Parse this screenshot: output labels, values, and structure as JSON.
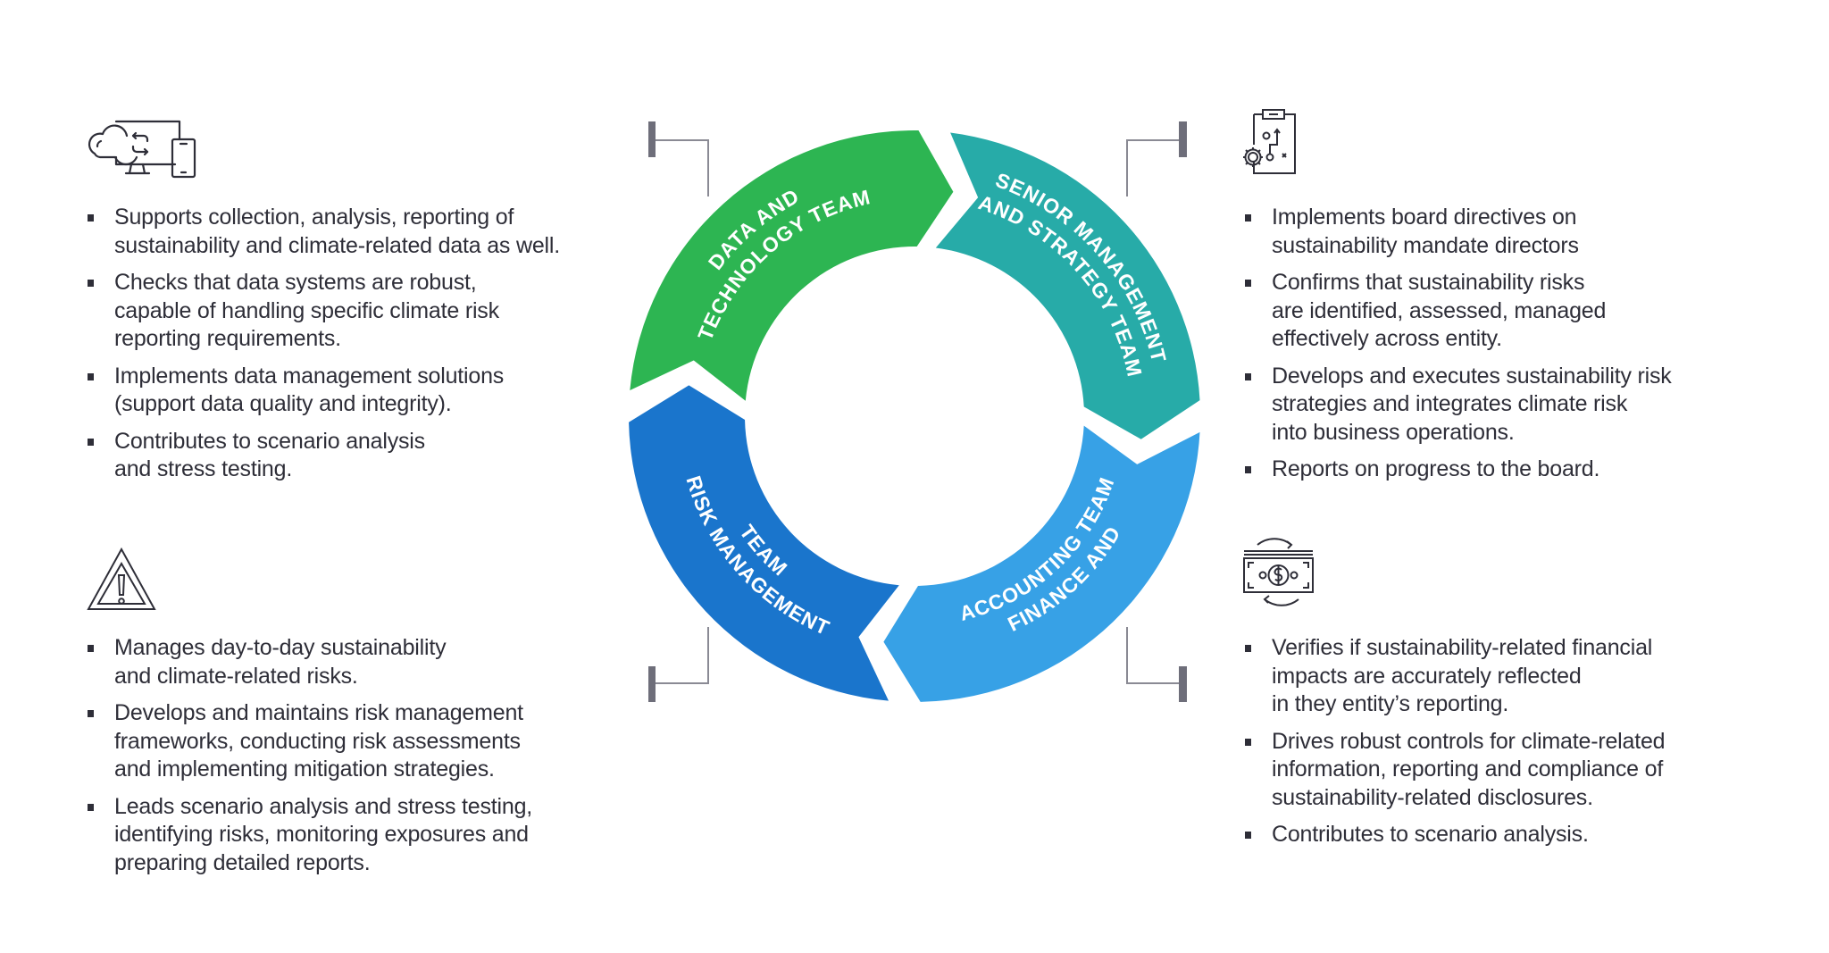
{
  "diagram": {
    "title": "Climate and sustainability risk governance cycle",
    "segments": [
      {
        "id": "data-technology",
        "label_lines": [
          "DATA AND",
          "TECHNOLOGY TEAM"
        ],
        "color": "#2db552"
      },
      {
        "id": "senior-management",
        "label_lines": [
          "SENIOR MANAGEMENT",
          "AND STRATEGY TEAM"
        ],
        "color": "#27aba8"
      },
      {
        "id": "finance-accounting",
        "label_lines": [
          "FINANCE AND",
          "ACCOUNTING TEAM"
        ],
        "color": "#37a1e6"
      },
      {
        "id": "risk-management",
        "label_lines": [
          "RISK MANAGEMENT",
          "TEAM"
        ],
        "color": "#1a75cc"
      }
    ],
    "flow_direction": "clockwise",
    "bracket_color": "#6e6e7a"
  },
  "panels": {
    "data_technology": {
      "icon": "cloud-devices-sync-icon",
      "bullets": [
        [
          "Supports collection, analysis, reporting of",
          "sustainability and climate-related data as well."
        ],
        [
          "Checks that data systems are robust,",
          "capable of handling specific climate risk",
          "reporting requirements."
        ],
        [
          "Implements data management solutions",
          "(support data quality and integrity)."
        ],
        [
          "Contributes to scenario analysis",
          "and stress testing."
        ]
      ]
    },
    "risk_management": {
      "icon": "warning-triangle-icon",
      "bullets": [
        [
          "Manages day-to-day sustainability",
          "and climate-related risks."
        ],
        [
          "Develops and maintains risk management",
          "frameworks, conducting risk assessments",
          "and implementing mitigation strategies."
        ],
        [
          "Leads scenario analysis and stress testing,",
          "identifying risks, monitoring exposures and",
          "preparing detailed reports."
        ]
      ]
    },
    "senior_management": {
      "icon": "strategy-clipboard-gear-icon",
      "bullets": [
        [
          "Implements board directives on",
          "sustainability mandate directors"
        ],
        [
          "Confirms that sustainability risks",
          "are identified, assessed, managed",
          "effectively across entity."
        ],
        [
          "Develops and executes sustainability risk",
          "strategies and integrates climate risk",
          "into business operations."
        ],
        [
          "Reports on progress to the board."
        ]
      ]
    },
    "finance_accounting": {
      "icon": "money-exchange-icon",
      "bullets": [
        [
          "Verifies if sustainability-related financial",
          "impacts are accurately reflected",
          "in they entity’s reporting."
        ],
        [
          "Drives robust controls for climate-related",
          "information, reporting and compliance of",
          "sustainability-related disclosures."
        ],
        [
          "Contributes to scenario analysis."
        ]
      ]
    }
  }
}
